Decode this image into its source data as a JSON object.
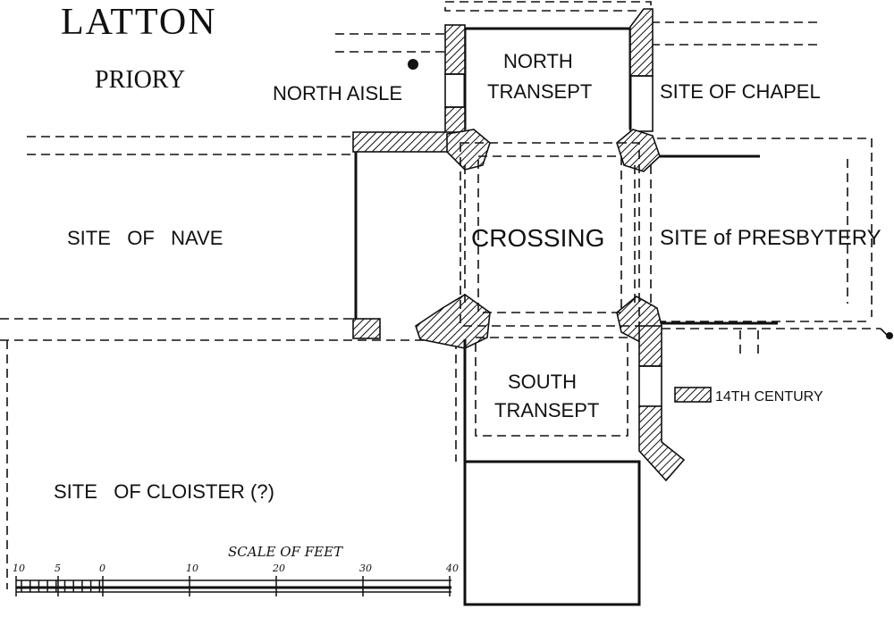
{
  "title": "LATTON",
  "subtitle": "PRIORY",
  "labels": {
    "north_aisle": "NORTH AISLE",
    "north_transept_1": "NORTH",
    "north_transept_2": "TRANSEPT",
    "site_of_chapel": "SITE OF CHAPEL",
    "site_of_nave": "SITE   OF   NAVE",
    "crossing": "CROSSING",
    "site_of_presbytery": "SITE of PRESBYTERY",
    "south_transept_1": "SOUTH",
    "south_transept_2": "TRANSEPT",
    "site_of_cloister": "SITE   OF CLOISTER (?)"
  },
  "legend": {
    "label": "14TH CENTURY"
  },
  "scale": {
    "title": "SCALE OF FEET",
    "ticks": [
      "10",
      "5",
      "0",
      "10",
      "20",
      "30",
      "40"
    ]
  }
}
